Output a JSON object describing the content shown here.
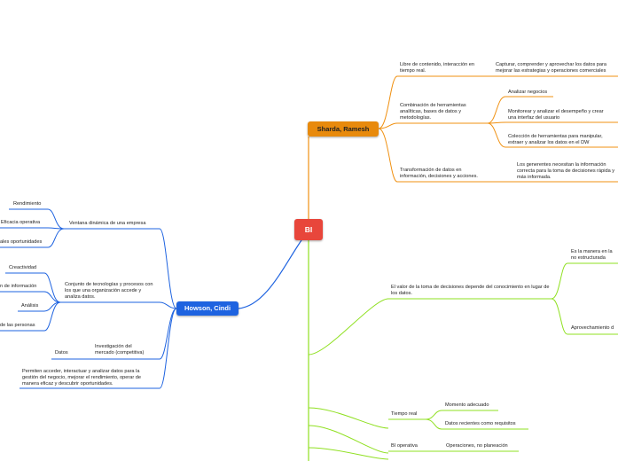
{
  "root": {
    "label": "BI"
  },
  "colors": {
    "root": "#e8463b",
    "orange": "#f09010",
    "blue": "#1e63e0",
    "green": "#8fe020"
  },
  "sharda": {
    "label": "Sharda, Ramesh",
    "items": [
      {
        "label": "Libre de contenido, interacción en tiempo real.",
        "children": [
          {
            "label": "Capturar, comprender y aprovechar  los datos para mejorar las estrategias y operaciones comerciales"
          }
        ]
      },
      {
        "label": "Combinación de herramientas analíticas, bases de datos y metodologías.",
        "children": [
          {
            "label": "Analizar negocios"
          },
          {
            "label": "Monitorear y analizar el desempeño y crear una interfaz del usuario"
          },
          {
            "label": "Colección de herramientas para manipular, extraer y analizar los datos en el DW"
          }
        ]
      },
      {
        "label": "Transformación de datos en información, decisiones y acciones.",
        "children": [
          {
            "label": "Los generentes necesitan la información correcta para la toma de decisiones rápida y más informada."
          }
        ]
      }
    ]
  },
  "howson": {
    "label": "Howson, Cindi",
    "items": [
      {
        "label": "Ventana dinámica de una empresa",
        "children": [
          {
            "label": "Rendimiento"
          },
          {
            "label": "Eficacia operativa"
          },
          {
            "label": "ales oportunidades"
          }
        ]
      },
      {
        "label": "Conjunto de tecnologías y procesos con los que una organización accede y analiza datos.",
        "children": [
          {
            "label": "Creactividad"
          },
          {
            "label": "n de información"
          },
          {
            "label": "Análisis"
          },
          {
            "label": "de las personas"
          }
        ]
      },
      {
        "label": "Investigación del mercado (competitiva)",
        "children": [
          {
            "label": "Datos"
          }
        ]
      },
      {
        "label": "Permiten acceder, interactuar y analizar datos para la gestión del negocio, mejorar el rendimiento, operar de manera eficaz y descubrir oportunidades.",
        "children": []
      }
    ]
  },
  "green": {
    "items": [
      {
        "label": "El valor de la toma de decisiones depende del conocimiento en lugar de los datos.",
        "children": [
          {
            "label": "Es la manera en la no estructurada"
          },
          {
            "label": "Aprovechamiento d"
          }
        ]
      },
      {
        "label": "Tiempo real",
        "children": [
          {
            "label": "Momento adecuado"
          },
          {
            "label": "Datos recientes como requisitos"
          }
        ]
      },
      {
        "label": "BI operativa",
        "children": [
          {
            "label": "Operaciones, no planeación"
          }
        ]
      }
    ]
  }
}
